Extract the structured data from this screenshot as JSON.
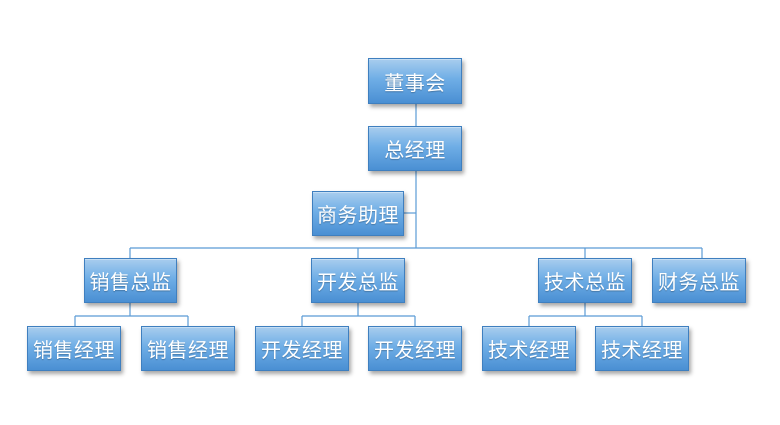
{
  "org_chart": {
    "board": "董事会",
    "gm": "总经理",
    "assistant": "商务助理",
    "directors": {
      "sales": "销售总监",
      "dev": "开发总监",
      "tech": "技术总监",
      "finance": "财务总监"
    },
    "managers": {
      "sales_1": "销售经理",
      "sales_2": "销售经理",
      "dev_1": "开发经理",
      "dev_2": "开发经理",
      "tech_1": "技术经理",
      "tech_2": "技术经理"
    },
    "colors": {
      "box_top": "#a8cdee",
      "box_bottom": "#4a8fd3",
      "line": "#5b9bd5",
      "text": "#ffffff"
    }
  }
}
